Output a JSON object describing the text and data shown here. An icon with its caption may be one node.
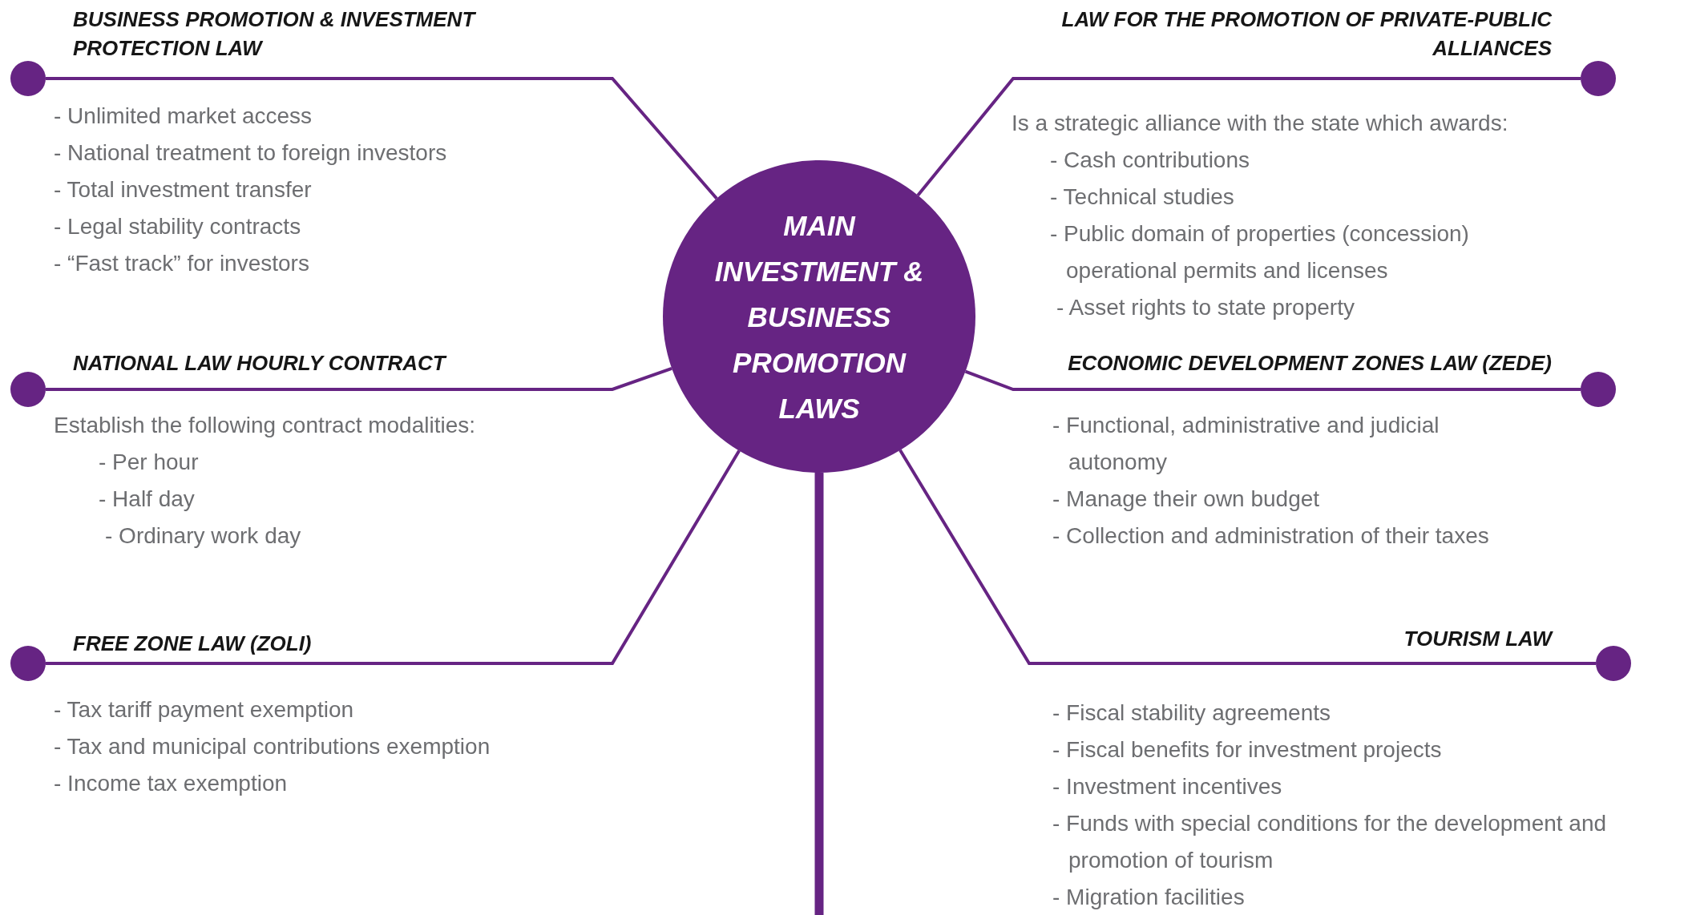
{
  "diagram": {
    "nodes": [
      {
        "text": [
          "MAIN INVESTMENT & BUSINESS PROMOTION LAWS"
        ]
      },
      {
        "text": [
          "BUSINESS PROMOTION & INVESTMENT PROTECTION LAW",
          "- Unlimited market access",
          "- National treatment to foreign investors",
          "- Total investment transfer",
          "- Legal stability contracts",
          "- “Fast track” for investors"
        ]
      },
      {
        "text": [
          "LAW FOR THE PROMOTION OF PRIVATE-PUBLIC ALLIANCES",
          "Is a strategic alliance with the state which awards:",
          "- Cash contributions",
          "- Technical studies",
          "- Public domain of properties (concession) operational permits and licenses",
          "- Asset rights to state property"
        ]
      },
      {
        "text": [
          "NATIONAL LAW HOURLY CONTRACT",
          "Establish the following contract modalities:",
          "- Per hour",
          "- Half day",
          "- Ordinary work day"
        ]
      },
      {
        "text": [
          "ECONOMIC DEVELOPMENT ZONES LAW (ZEDE)",
          "- Functional, administrative and judicial autonomy",
          "- Manage their own budget",
          "- Collection and administration of their taxes"
        ]
      },
      {
        "text": [
          "FREE ZONE LAW (ZOLI)",
          "- Tax tariff payment exemption",
          "- Tax and municipal contributions exemption",
          "- Income tax exemption"
        ]
      },
      {
        "text": [
          "TOURISM LAW",
          "- Fiscal stability agreements",
          "- Fiscal benefits for investment projects",
          "- Investment incentives",
          "- Funds with special conditions for the development and promotion of tourism",
          "- Migration facilities"
        ]
      },
      {
        "text": [],
        "shape": "circle"
      },
      {
        "text": [],
        "shape": "circle"
      },
      {
        "text": [],
        "shape": "circle"
      },
      {
        "text": [],
        "shape": "circle"
      },
      {
        "text": [],
        "shape": "circle"
      },
      {
        "text": [],
        "shape": "circle"
      }
    ],
    "edges": [
      {
        "from": 0,
        "to": 7,
        "arrow": "none"
      },
      {
        "from": 0,
        "to": 8,
        "arrow": "none"
      },
      {
        "from": 0,
        "to": 9,
        "arrow": "none"
      },
      {
        "from": 0,
        "to": 10,
        "arrow": "none"
      },
      {
        "from": 0,
        "to": 11,
        "arrow": "none"
      },
      {
        "from": 0,
        "to": 12,
        "arrow": "none"
      },
      {
        "from": 0,
        "to": null,
        "arrow": "none",
        "style": "thick"
      }
    ]
  }
}
